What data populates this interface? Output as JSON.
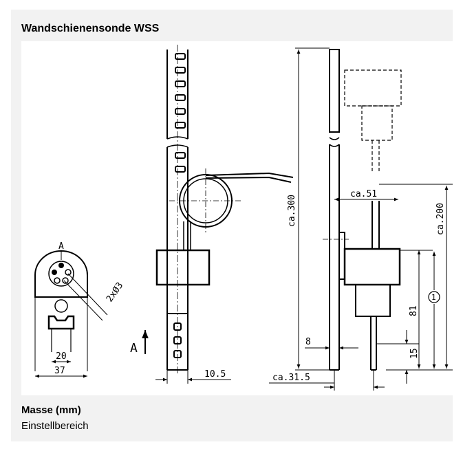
{
  "title": "Wandschienensonde WSS",
  "labels": {
    "view_a_top": "A",
    "view_a_arrow": "A",
    "holes": "2xØ3",
    "dim_20": "20",
    "dim_37": "37",
    "dim_10_5": "10.5",
    "dim_300": "ca.300",
    "dim_51": "ca.51",
    "dim_200": "ca.200",
    "dim_81": "81",
    "dim_8": "8",
    "dim_15": "15",
    "dim_31_5": "ca.31.5",
    "circled_1": "1"
  },
  "captions": {
    "line1": "Masse (mm)",
    "line2": "Einstellbereich"
  }
}
